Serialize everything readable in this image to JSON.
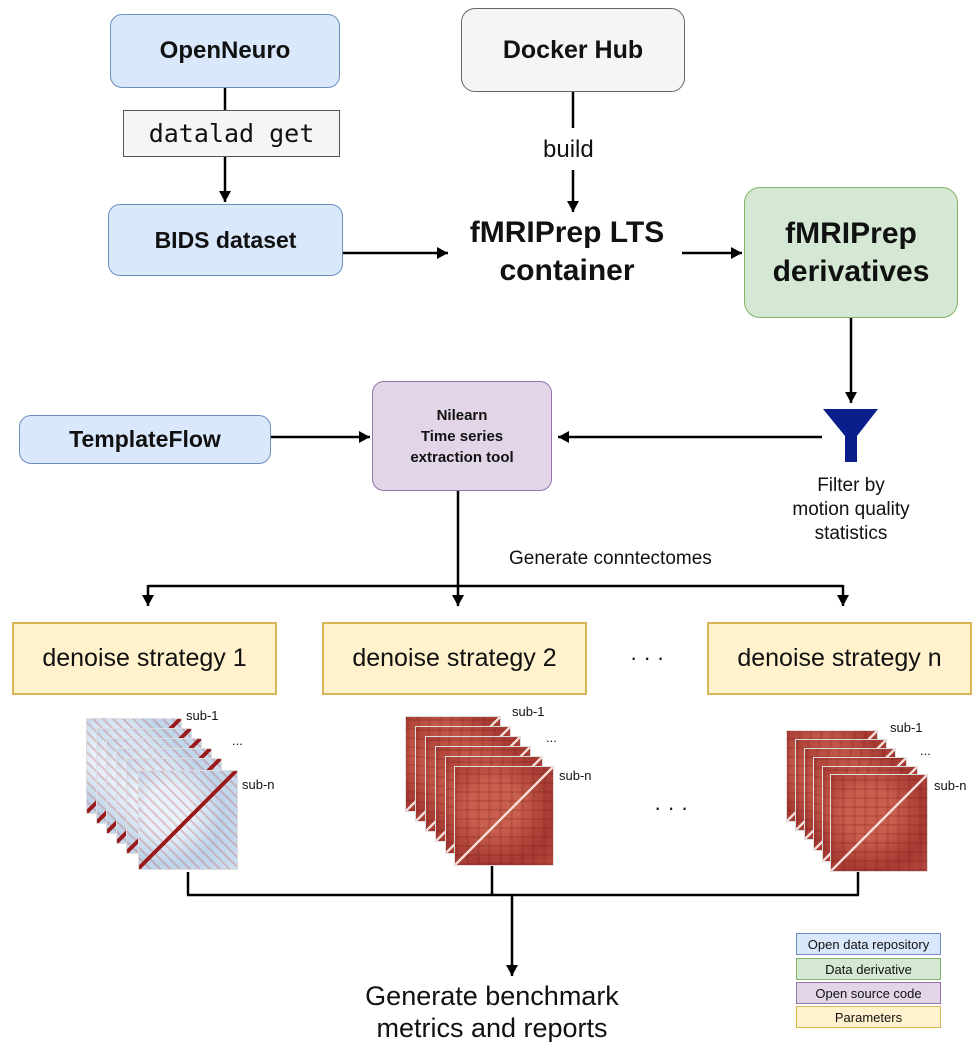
{
  "nodes": {
    "openneuro": "OpenNeuro",
    "datalad": "datalad get",
    "bids": "BIDS dataset",
    "docker": "Docker Hub",
    "build": "build",
    "fmriprep_lts_line1": "fMRIPrep LTS",
    "fmriprep_lts_line2": "container",
    "derivatives_line1": "fMRIPrep",
    "derivatives_line2": "derivatives",
    "templateflow": "TemplateFlow",
    "nilearn_line1": "Nilearn",
    "nilearn_line2": "Time series",
    "nilearn_line3": "extraction tool",
    "filter_line1": "Filter by",
    "filter_line2": "motion quality",
    "filter_line3": "statistics",
    "generate_connectomes": "Generate conntectomes",
    "strategy_1": "denoise strategy 1",
    "strategy_2": "denoise strategy 2",
    "strategy_n": "denoise strategy n",
    "ellipsis_mid": "· · ·",
    "ellipsis_low": "· · ·",
    "benchmark_line1": "Generate benchmark",
    "benchmark_line2": "metrics and reports"
  },
  "matrices": [
    {
      "sub_first": "sub-1",
      "dots": "...",
      "sub_last": "sub-n",
      "style": "blue"
    },
    {
      "sub_first": "sub-1",
      "dots": "...",
      "sub_last": "sub-n",
      "style": "red"
    },
    {
      "sub_first": "sub-1",
      "dots": "...",
      "sub_last": "sub-n",
      "style": "red"
    }
  ],
  "legend": [
    {
      "label": "Open data repository",
      "color": "#dae8fc",
      "border": "#6c8ebf"
    },
    {
      "label": "Data derivative",
      "color": "#d5e8d4",
      "border": "#82b366"
    },
    {
      "label": "Open source code",
      "color": "#e1d5e7",
      "border": "#9673a6"
    },
    {
      "label": "Parameters",
      "color": "#fff2cc",
      "border": "#d6b656"
    }
  ],
  "colors": {
    "funnel": "#0a1f8c",
    "arrow": "#000000"
  }
}
